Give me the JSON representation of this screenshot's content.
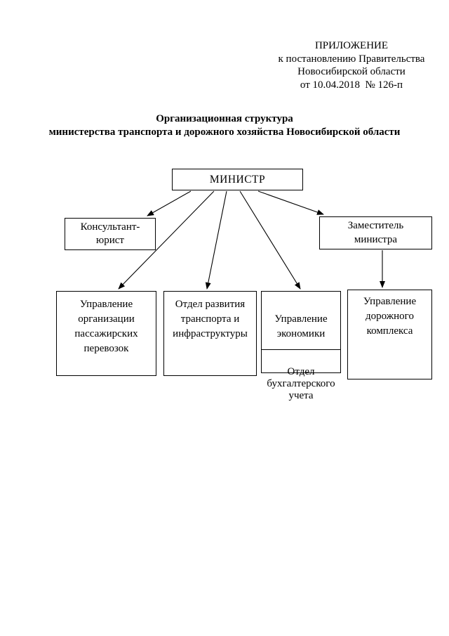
{
  "document": {
    "annex": {
      "line1": "ПРИЛОЖЕНИЕ",
      "line2": "к постановлению Правительства",
      "line3": "Новосибирской области",
      "line4": "от 10.04.2018  № 126-п"
    },
    "title": "Организационная структура\nминистерства транспорта и дорожного хозяйства Новосибирской области"
  },
  "org_chart": {
    "nodes": {
      "minister": "МИНИСТР",
      "consultant": "Консультант-\nюрист",
      "deputy_minister": "Заместитель\nминистра",
      "passenger_transport": "Управление\nорганизации\nпассажирских\nперевозок",
      "transport_development": "Отдел развития\nтранспорта и\nинфраструктуры",
      "economics": "Управление\nэкономики",
      "accounting": "Отдел\nбухгалтерского\nучета",
      "road_complex": "Управление\nдорожного\nкомплекса"
    },
    "edges": [
      {
        "from": "minister",
        "to": "consultant"
      },
      {
        "from": "minister",
        "to": "deputy_minister"
      },
      {
        "from": "minister",
        "to": "passenger_transport"
      },
      {
        "from": "minister",
        "to": "transport_development"
      },
      {
        "from": "minister",
        "to": "economics"
      },
      {
        "from": "deputy_minister",
        "to": "road_complex"
      }
    ]
  }
}
